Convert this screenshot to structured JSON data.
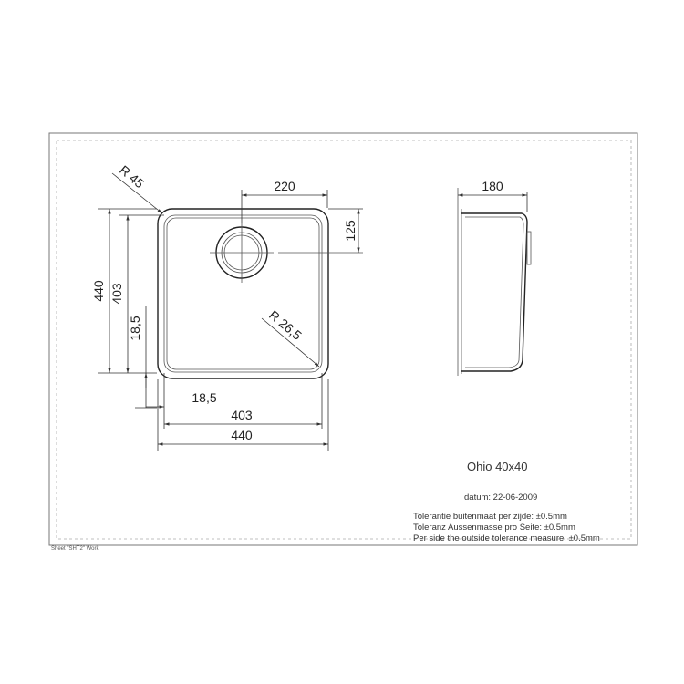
{
  "drawing": {
    "dimensions": {
      "radius_corner": "R 45",
      "top_width_220": "220",
      "right_height_125": "125",
      "left_outer_440": "440",
      "left_inner_403": "403",
      "left_offset_18_5": "18,5",
      "radius_inner": "R 26,5",
      "bottom_offset_18_5": "18,5",
      "bottom_inner_403": "403",
      "bottom_outer_440": "440",
      "side_depth_180": "180"
    },
    "title": "Ohio 40x40",
    "date": "datum: 22-06-2009",
    "tolerance_nl": "Tolerantie buitenmaat per zijde: ±0.5mm",
    "tolerance_de": "Toleranz Aussenmasse pro Seite: ±0.5mm",
    "tolerance_en": "Per side the outside tolerance measure: ±0.5mm",
    "sheet_label": "Sheet \"SHT2\" Work"
  }
}
